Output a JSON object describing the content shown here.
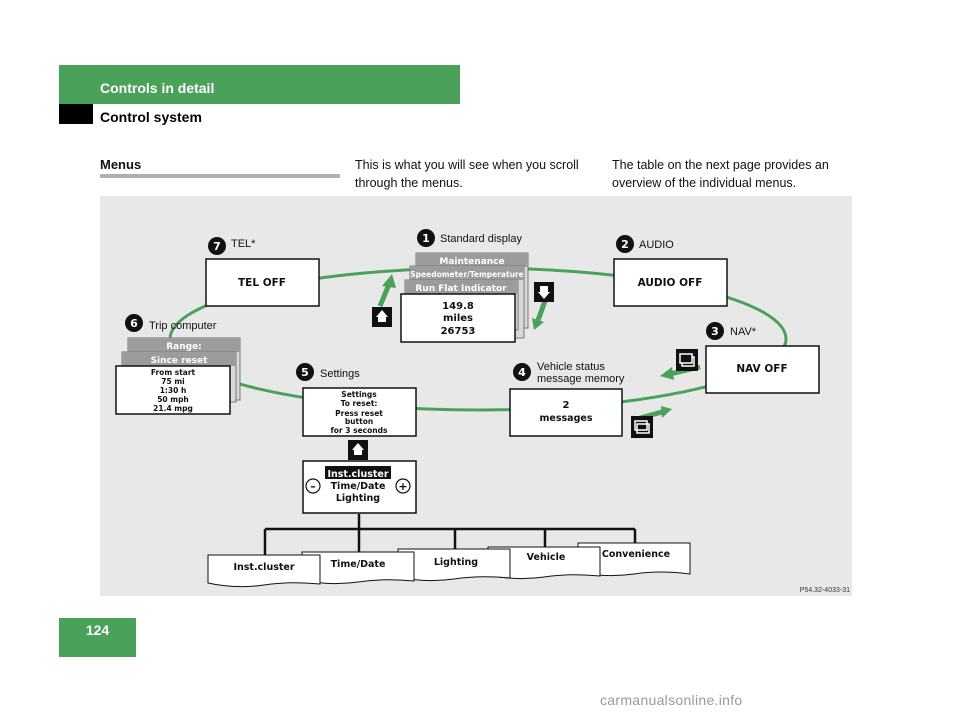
{
  "header": {
    "title": "Controls in detail",
    "subtitle": "Control system"
  },
  "section": {
    "title": "Menus"
  },
  "columns": [
    "This is what you will see when you scroll through the menus.",
    "The table on the next page provides an overview of the individual menus."
  ],
  "diagram": {
    "labels": {
      "standard": "Standard display",
      "audio": "AUDIO",
      "nav": "NAV*",
      "vehicle_line1": "Vehicle status",
      "vehicle_line2": "message memory",
      "settings": "Settings",
      "trip": "Trip computer",
      "tel": "TEL*"
    },
    "numbers": [
      "1",
      "2",
      "3",
      "4",
      "5",
      "6",
      "7"
    ],
    "standard_stack": {
      "back2": "Maintenance",
      "back1": "Speedometer/Temperature",
      "back0": "Run Flat Indicator",
      "front": [
        "149.8",
        "miles",
        "26753"
      ]
    },
    "audio_box": "AUDIO OFF",
    "nav_box": "NAV OFF",
    "tel_box": "TEL OFF",
    "vehicle_box": [
      "2",
      "messages"
    ],
    "settings_box": [
      "Settings",
      "To reset:",
      "Press reset",
      "button",
      "for 3 seconds"
    ],
    "trip_stack": {
      "back1": "Range:",
      "back0": "Since reset",
      "front": [
        "From start",
        "75 mi",
        "1:30 h",
        "50 mph",
        "21.4 mpg"
      ]
    },
    "settings_menu": {
      "selected": "Inst.cluster",
      "items": [
        "Time/Date",
        "Lighting"
      ],
      "minus": "–",
      "plus": "+"
    },
    "tabs": [
      "Inst.cluster",
      "Time/Date",
      "Lighting",
      "Vehicle",
      "Convenience"
    ],
    "code": "P54.32-4033-31"
  },
  "page": {
    "number": "124"
  },
  "watermark": "carmanualsonline.info"
}
